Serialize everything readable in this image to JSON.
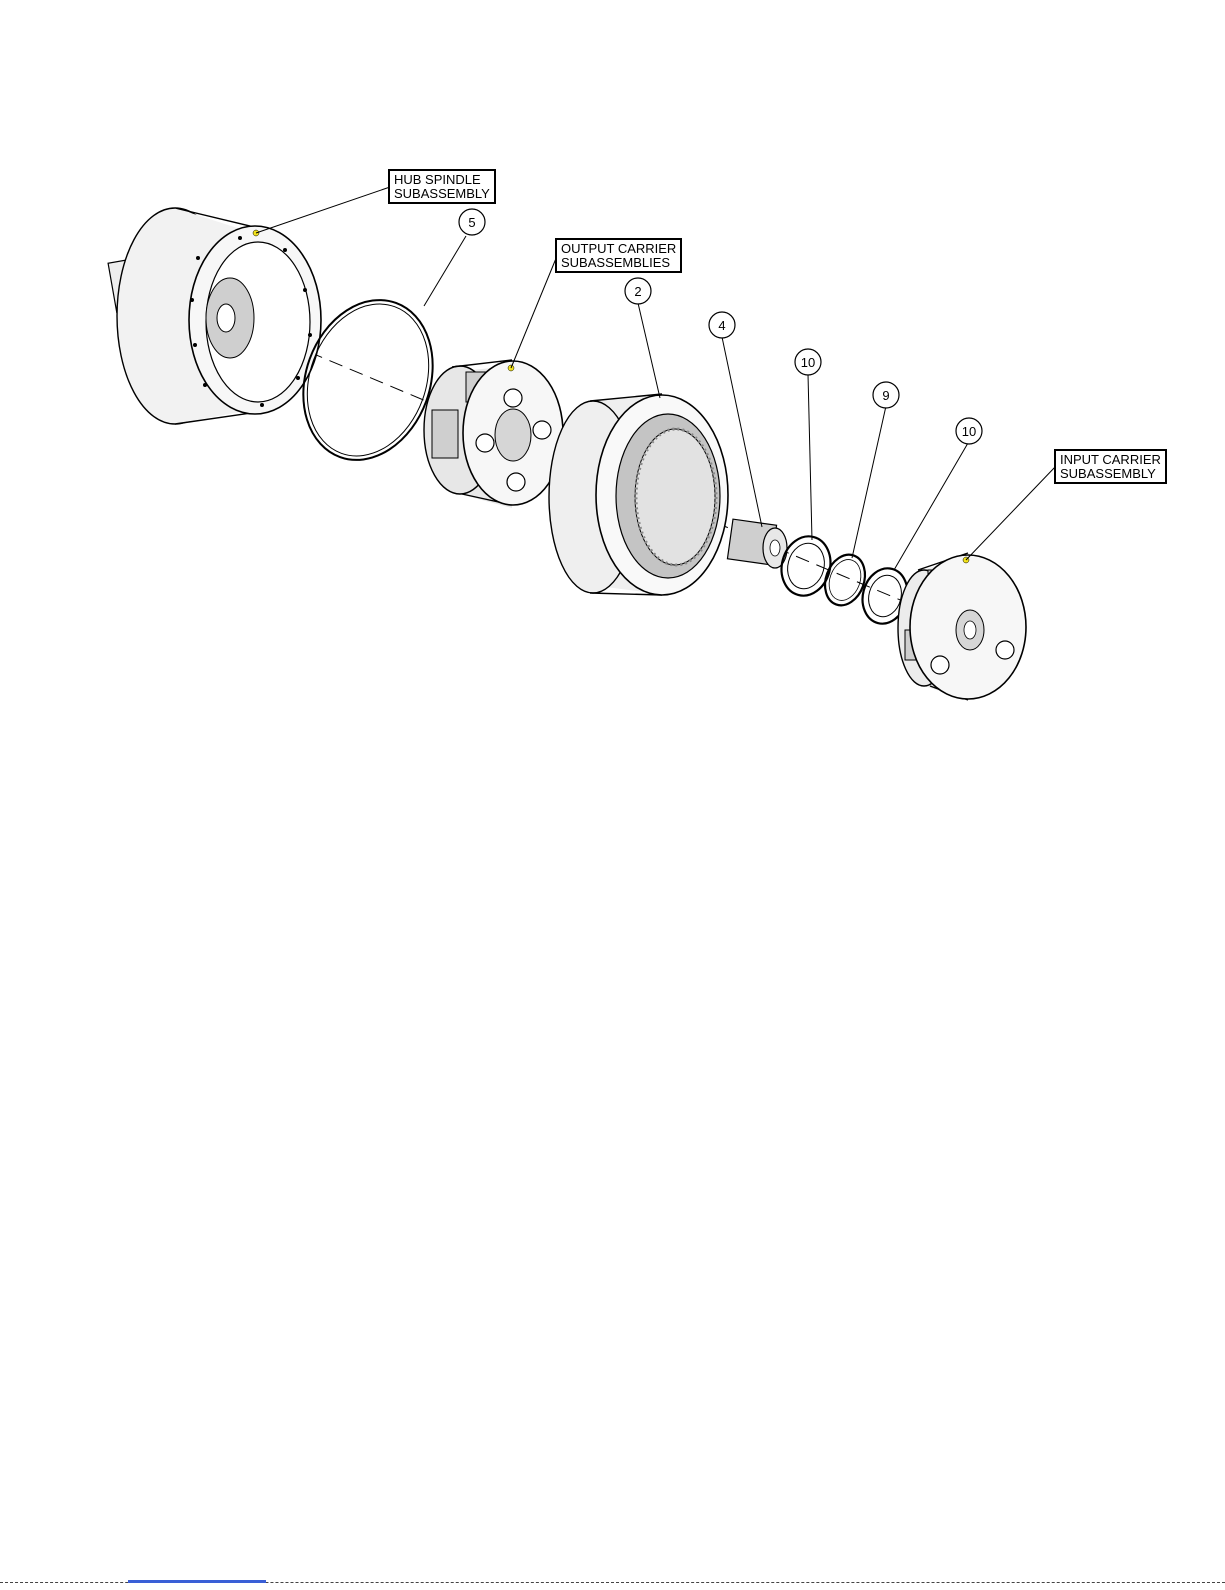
{
  "labels": {
    "hub_spindle": [
      "HUB SPINDLE",
      "SUBASSEMBLY"
    ],
    "output_carrier": [
      "OUTPUT CARRIER",
      "SUBASSEMBLIES"
    ],
    "input_carrier": [
      "INPUT CARRIER",
      "SUBASSEMBLY"
    ]
  },
  "callouts": {
    "c5": "5",
    "c2": "2",
    "c4": "4",
    "c10a": "10",
    "c9": "9",
    "c10b": "10"
  },
  "colors": {
    "line": "#000000",
    "part_fill": "#f3f3f3",
    "shade": "#bdbdbd",
    "marker": "#f2e21a",
    "link": "#3a5fd6"
  }
}
